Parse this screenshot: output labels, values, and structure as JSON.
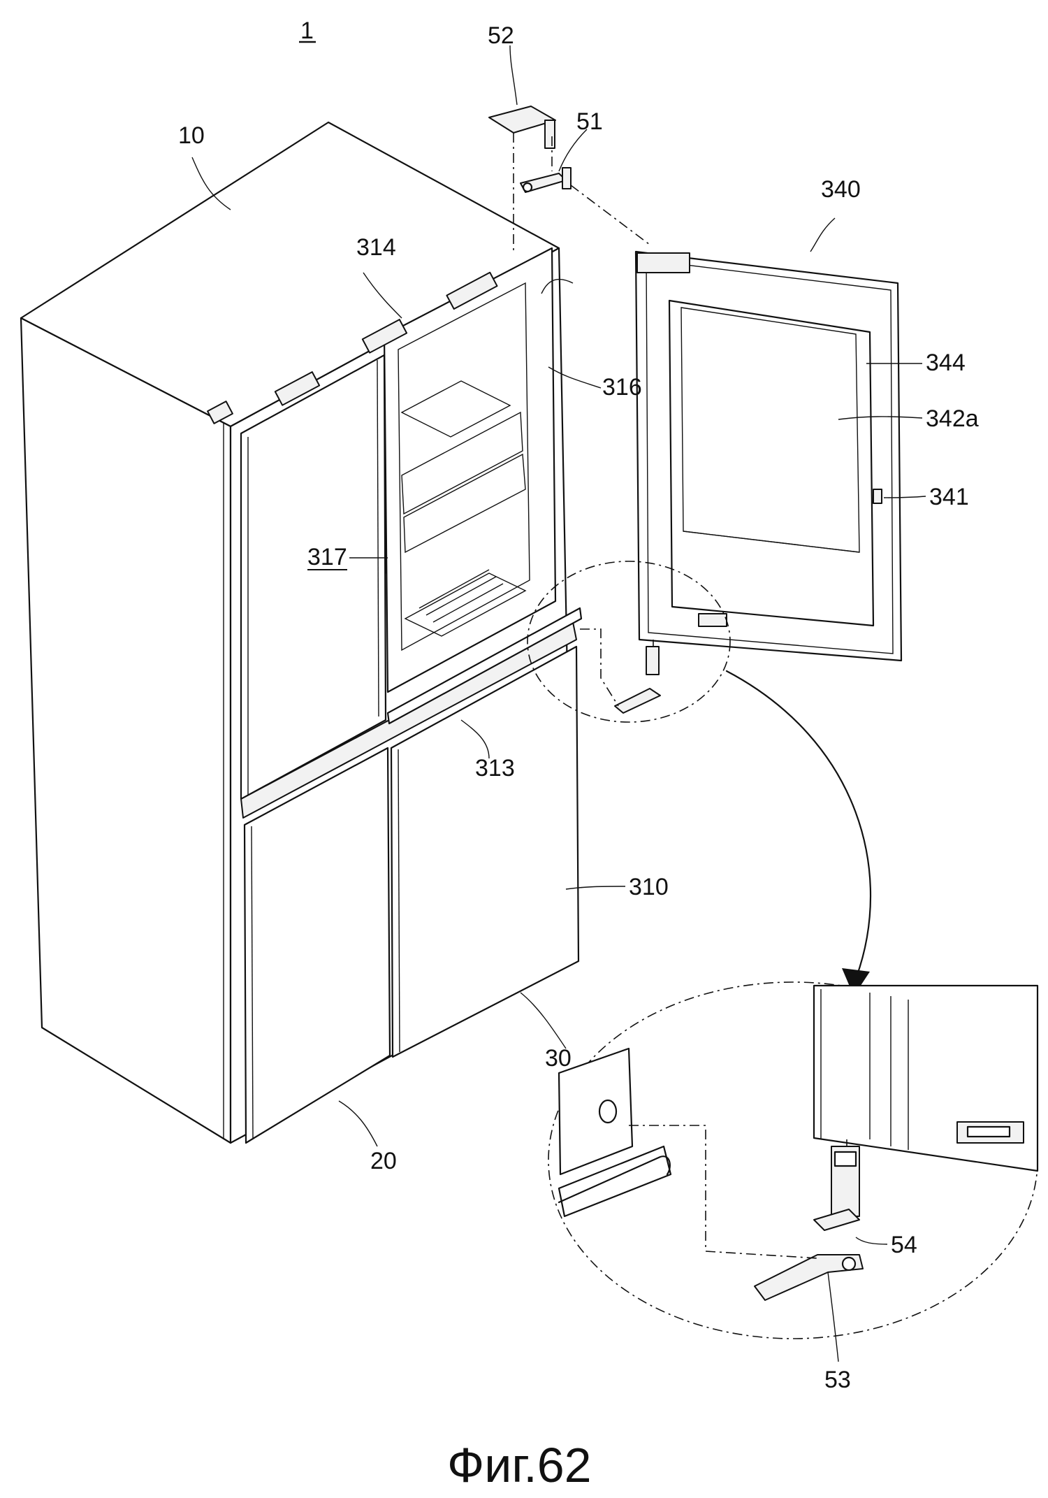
{
  "figure": {
    "assembly_number": "1",
    "caption": "Фиг.62"
  },
  "labels": {
    "l10": "10",
    "l20": "20",
    "l30": "30",
    "l51": "51",
    "l52": "52",
    "l53": "53",
    "l54": "54",
    "l310": "310",
    "l313": "313",
    "l314": "314",
    "l316": "316",
    "l317": "317",
    "l340": "340",
    "l341": "341",
    "l342a": "342a",
    "l344": "344"
  }
}
